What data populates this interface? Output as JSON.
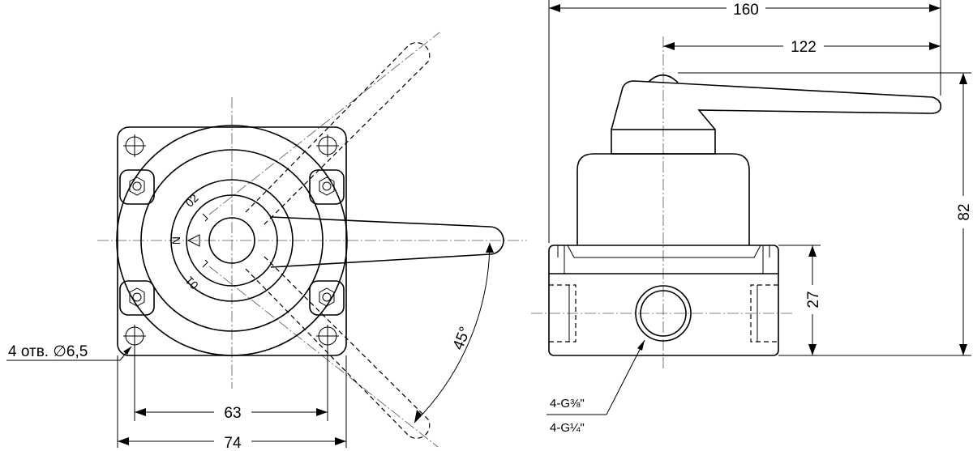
{
  "front_view": {
    "holes_label": "4 отв. ∅6,5",
    "dim_inner_width": "63",
    "dim_outer_width": "74",
    "angle_label": "45°",
    "dial_labels": {
      "top": "02",
      "middle": "N",
      "bottom": "01"
    }
  },
  "side_view": {
    "dim_overall_length": "160",
    "dim_handle_reach": "122",
    "dim_height": "82",
    "dim_base_height": "27",
    "port_label_1": "4-G⅜\"",
    "port_label_2": "4-G¼\""
  }
}
